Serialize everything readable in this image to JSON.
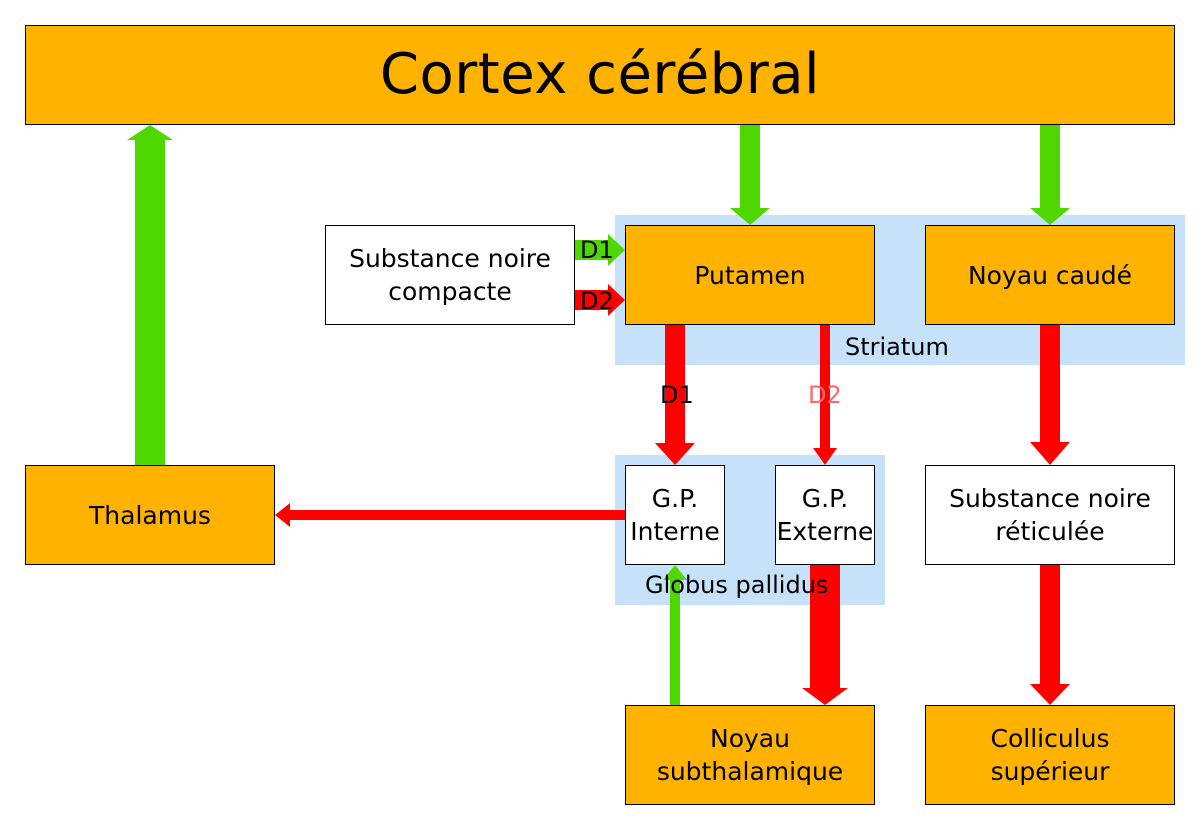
{
  "colors": {
    "box_fill": "#ffb300",
    "region_fill": "#c6e2fa",
    "excitatory": "#4fd800",
    "inhibitory": "#ff0000",
    "d2_label": "#ff6666"
  },
  "nodes": {
    "cortex": "Cortex cérébral",
    "thalamus": "Thalamus",
    "snc": [
      "Substance noire",
      "compacte"
    ],
    "putamen": "Putamen",
    "caudate": "Noyau caudé",
    "gpi": [
      "G.P.",
      "Interne"
    ],
    "gpe": [
      "G.P.",
      "Externe"
    ],
    "snr": [
      "Substance noire",
      "réticulée"
    ],
    "stn": [
      "Noyau",
      "subthalamique"
    ],
    "colliculus": [
      "Colliculus",
      "supérieur"
    ]
  },
  "regions": {
    "striatum": "Striatum",
    "globus_pallidus": "Globus pallidus"
  },
  "edge_labels": {
    "snc_putamen_d1": "D1",
    "snc_putamen_d2": "D2",
    "putamen_gpi_d1": "D1",
    "putamen_gpe_d2": "D2"
  },
  "connections": [
    {
      "from": "Cortex cérébral",
      "to": "Putamen",
      "type": "excitatory"
    },
    {
      "from": "Cortex cérébral",
      "to": "Noyau caudé",
      "type": "excitatory"
    },
    {
      "from": "Thalamus",
      "to": "Cortex cérébral",
      "type": "excitatory"
    },
    {
      "from": "Substance noire compacte",
      "to": "Putamen",
      "type": "excitatory",
      "label": "D1"
    },
    {
      "from": "Substance noire compacte",
      "to": "Putamen",
      "type": "inhibitory",
      "label": "D2"
    },
    {
      "from": "Putamen",
      "to": "G.P. Interne",
      "type": "inhibitory",
      "label": "D1"
    },
    {
      "from": "Putamen",
      "to": "G.P. Externe",
      "type": "inhibitory",
      "label": "D2"
    },
    {
      "from": "Noyau caudé",
      "to": "Substance noire réticulée",
      "type": "inhibitory"
    },
    {
      "from": "G.P. Interne",
      "to": "Thalamus",
      "type": "inhibitory"
    },
    {
      "from": "G.P. Externe",
      "to": "Noyau subthalamique",
      "type": "inhibitory"
    },
    {
      "from": "Noyau subthalamique",
      "to": "G.P. Interne",
      "type": "excitatory"
    },
    {
      "from": "Substance noire réticulée",
      "to": "Colliculus supérieur",
      "type": "inhibitory"
    }
  ]
}
